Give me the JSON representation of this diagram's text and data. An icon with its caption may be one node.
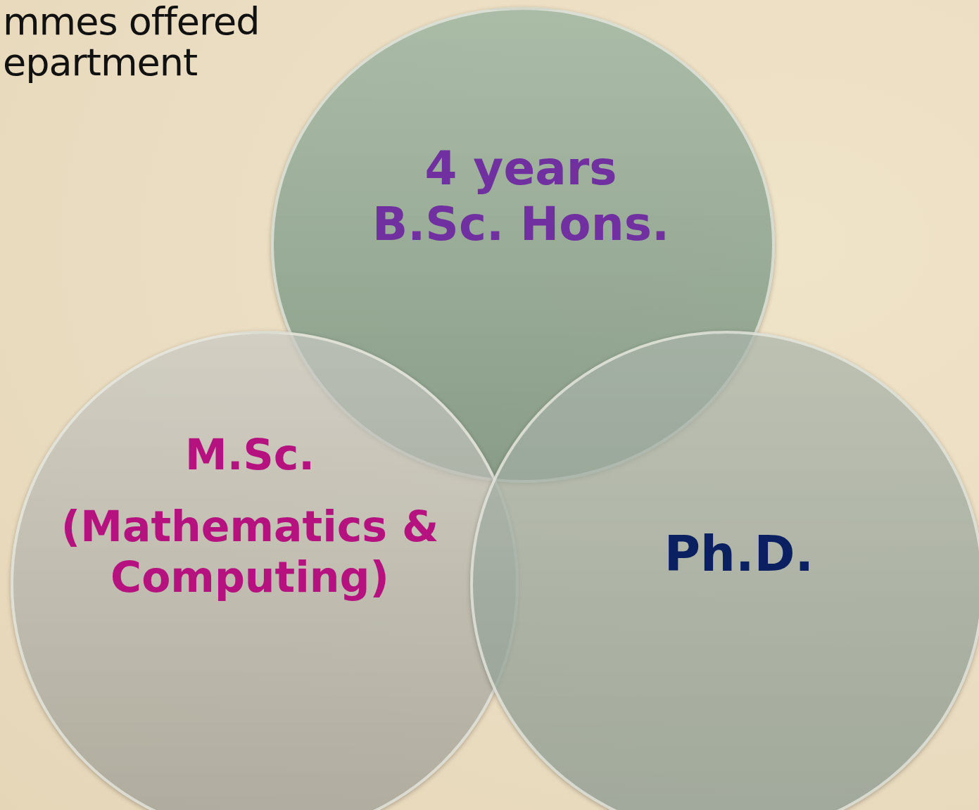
{
  "diagram": {
    "nodes": [
      {
        "text": [
          "4 years B.Sc. Hons."
        ]
      },
      {
        "text": [
          "M.Sc.",
          "(Mathematics & Computing)"
        ]
      },
      {
        "text": [
          "Ph.D."
        ]
      }
    ],
    "labels": [
      "mmes offered",
      "epartment"
    ]
  }
}
